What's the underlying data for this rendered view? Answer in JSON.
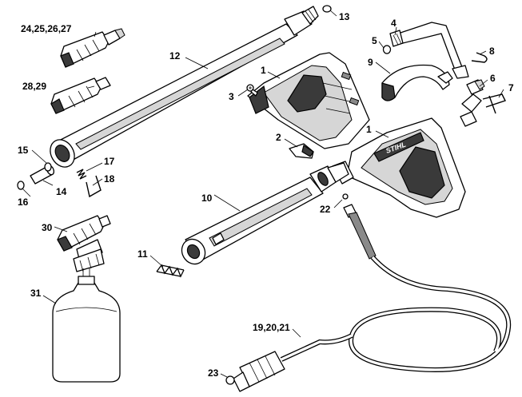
{
  "callouts": {
    "c13": "13",
    "c24": "24,25,26,27",
    "c4": "4",
    "c5": "5",
    "c8": "8",
    "c9": "9",
    "c12": "12",
    "c1a": "1",
    "c28": "28,29",
    "c6": "6",
    "c7": "7",
    "c3": "3",
    "c1b": "1",
    "c2": "2",
    "c15": "15",
    "c17": "17",
    "c18": "18",
    "c14": "14",
    "c16": "16",
    "c10": "10",
    "c22": "22",
    "c30": "30",
    "c11": "11",
    "c31": "31",
    "c19": "19,20,21",
    "c23": "23"
  },
  "brand_logo": "STIHL"
}
